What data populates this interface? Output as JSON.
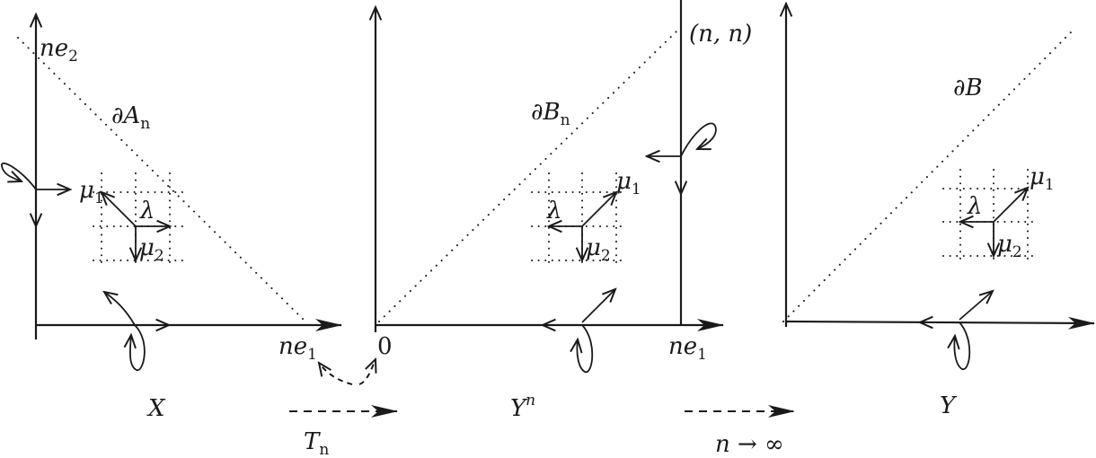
{
  "figure": {
    "panels": [
      {
        "id": "X",
        "title": "X",
        "boundary_label": "∂A",
        "boundary_sub": "n",
        "axis_labels": {
          "y_top": "ne",
          "y_top_sub": "2",
          "x_end": "ne",
          "x_end_sub": "1"
        },
        "vectors": {
          "mu1": "μ",
          "mu1_sub": "1",
          "mu2": "μ",
          "mu2_sub": "2",
          "lambda": "λ"
        }
      },
      {
        "id": "Yn",
        "title": "Y",
        "title_sup": "n",
        "boundary_label": "∂B",
        "boundary_sub": "n",
        "axis_labels": {
          "origin": "0",
          "corner": "(n, n)",
          "x_end": "ne",
          "x_end_sub": "1"
        },
        "vectors": {
          "mu1": "μ",
          "mu1_sub": "1",
          "mu2": "μ",
          "mu2_sub": "2",
          "lambda": "λ"
        }
      },
      {
        "id": "Y",
        "title": "Y",
        "boundary_label": "∂B",
        "vectors": {
          "mu1": "μ",
          "mu1_sub": "1",
          "mu2": "μ",
          "mu2_sub": "2",
          "lambda": "λ"
        }
      }
    ],
    "transitions": [
      {
        "label": "T",
        "label_sub": "n",
        "style": "dashed-arrow"
      },
      {
        "label": "n → ∞",
        "style": "dashed-arrow"
      }
    ]
  }
}
